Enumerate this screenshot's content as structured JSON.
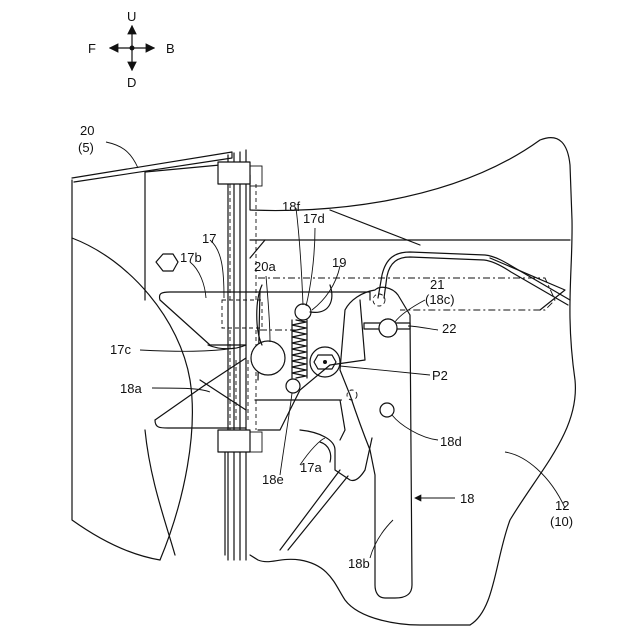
{
  "compass": {
    "up": "U",
    "down": "D",
    "front": "F",
    "back": "B"
  },
  "labels": {
    "l20": "20",
    "l5": "(5)",
    "l17": "17",
    "l17b": "17b",
    "l18f": "18f",
    "l17d": "17d",
    "l20a": "20a",
    "l19": "19",
    "l21": "21",
    "l18c": "(18c)",
    "l22": "22",
    "l17c": "17c",
    "lP2": "P2",
    "l18a": "18a",
    "l18d": "18d",
    "l18e": "18e",
    "l17a": "17a",
    "l18": "18",
    "l12": "12",
    "l10": "(10)",
    "l18b": "18b"
  }
}
